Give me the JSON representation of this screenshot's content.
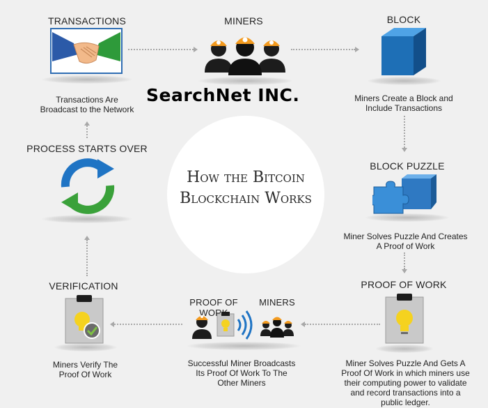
{
  "watermark": "SearchNet INC.",
  "center_title": {
    "line1": "How the Bitcoin",
    "line2": "Blockchain Works"
  },
  "steps": {
    "transactions": {
      "title": "TRANSACTIONS",
      "caption1": "Transactions Are",
      "caption2": "Broadcast to the Network"
    },
    "miners": {
      "title": "MINERS"
    },
    "block": {
      "title": "BLOCK",
      "caption1": "Miners Create a Block and",
      "caption2": "Include Transactions"
    },
    "block_puzzle": {
      "title": "BLOCK PUZZLE",
      "caption1": "Miner Solves Puzzle And Creates",
      "caption2": "A Proof of Work"
    },
    "proof_of_work": {
      "title": "PROOF OF WORK",
      "caption_lines": [
        "Miner Solves Puzzle And Gets A",
        "Proof Of Work in which miners use",
        "their computing power to validate",
        "and record transactions into a",
        "public ledger."
      ]
    },
    "broadcast": {
      "title_left": "PROOF OF WORK",
      "title_right": "MINERS",
      "caption_lines": [
        "Successful Miner Broadcasts",
        "Its Proof Of Work To The",
        "Other Miners"
      ]
    },
    "verification": {
      "title": "VERIFICATION",
      "caption1": "Miners Verify The",
      "caption2": "Proof Of Work"
    },
    "restart": {
      "title": "PROCESS STARTS OVER"
    }
  },
  "colors": {
    "background": "#f0f0f0",
    "block_blue": "#1e6fb6",
    "refresh_blue": "#1f74c4",
    "refresh_green": "#3aa13a",
    "bulb_yellow": "#f5d21f",
    "helmet_orange": "#f39a1e",
    "connector_gray": "#a8a8a8"
  }
}
